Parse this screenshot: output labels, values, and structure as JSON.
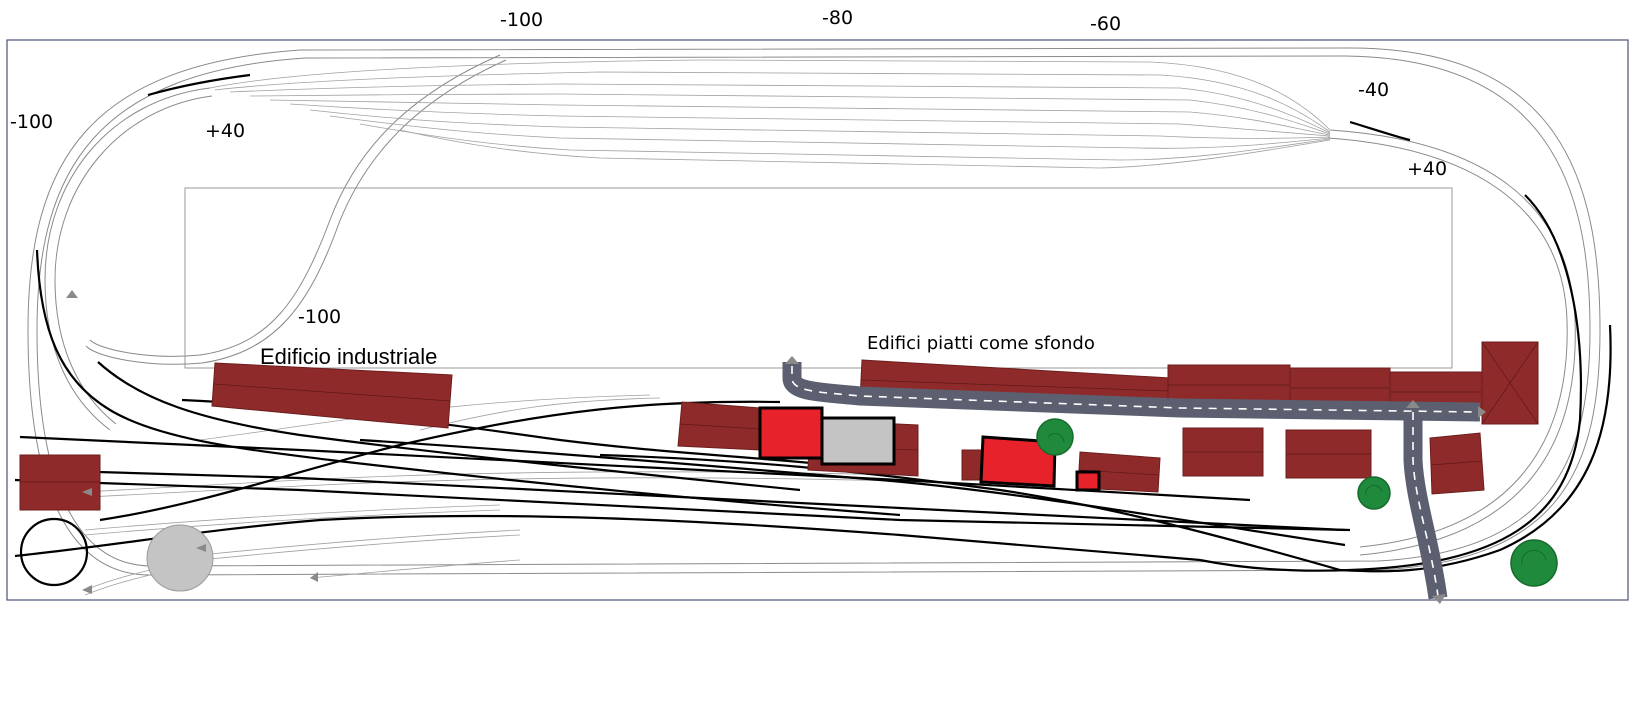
{
  "elevation_labels": {
    "top_left": "-100",
    "top_center": "-80",
    "top_right": "-60",
    "left": "-100",
    "inner_left": "+40",
    "right": "-40",
    "inner_right": "+40",
    "center_left": "-100"
  },
  "area_labels": {
    "industrial": "Edificio industriale",
    "background": "Edifici piatti come sfondo"
  },
  "colors": {
    "building": "#8f2a2a",
    "highlight_building": "#e8222a",
    "road": "#5b5f70",
    "tree": "#1f8a3c",
    "border": "#4a4f7a"
  }
}
